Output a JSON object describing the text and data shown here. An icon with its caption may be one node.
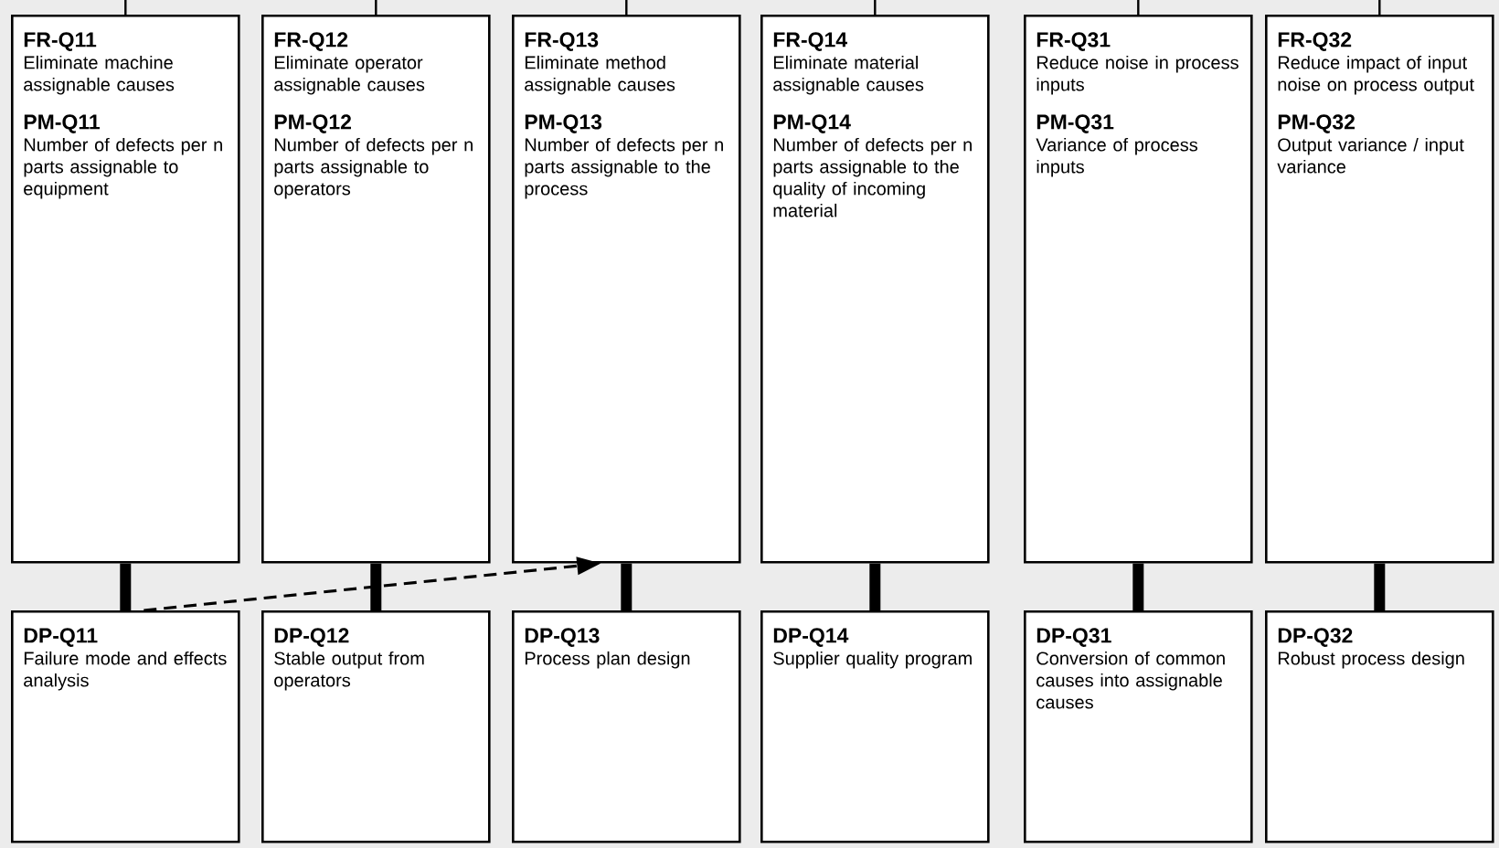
{
  "diagram": {
    "nodes": [
      {
        "text": [
          "FR-Q11",
          "Eliminate machine assignable causes",
          "PM-Q11",
          "Number of defects per n parts assignable to equipment"
        ]
      },
      {
        "text": [
          "FR-Q12",
          "Eliminate operator assignable causes",
          "PM-Q12",
          "Number of defects per n parts assignable to operators"
        ]
      },
      {
        "text": [
          "FR-Q13",
          "Eliminate method assignable causes",
          "PM-Q13",
          "Number of defects per n parts assignable to the process"
        ]
      },
      {
        "text": [
          "FR-Q14",
          "Eliminate material assignable causes",
          "PM-Q14",
          "Number of defects per n parts assignable to the quality of incoming material"
        ]
      },
      {
        "text": [
          "FR-Q31",
          "Reduce noise in process inputs",
          "PM-Q31",
          "Variance of process inputs"
        ]
      },
      {
        "text": [
          "FR-Q32",
          "Reduce impact of input noise on process output",
          "PM-Q32",
          "Output variance / input variance"
        ]
      },
      {
        "text": [
          "DP-Q11",
          "Failure mode and effects analysis"
        ]
      },
      {
        "text": [
          "DP-Q12",
          "Stable output from operators"
        ]
      },
      {
        "text": [
          "DP-Q13",
          "Process plan design"
        ]
      },
      {
        "text": [
          "DP-Q14",
          "Supplier quality program"
        ]
      },
      {
        "text": [
          "DP-Q31",
          "Conversion of common causes into assignable causes"
        ]
      },
      {
        "text": [
          "DP-Q32",
          "Robust process design"
        ]
      }
    ],
    "edges": [
      {
        "from": null,
        "to": 0,
        "arrow": "none"
      },
      {
        "from": null,
        "to": 1,
        "arrow": "none"
      },
      {
        "from": null,
        "to": 2,
        "arrow": "none"
      },
      {
        "from": null,
        "to": 3,
        "arrow": "none"
      },
      {
        "from": null,
        "to": 4,
        "arrow": "none"
      },
      {
        "from": null,
        "to": 5,
        "arrow": "none"
      },
      {
        "from": 0,
        "to": 6,
        "arrow": "none",
        "style": "thick"
      },
      {
        "from": 1,
        "to": 7,
        "arrow": "none",
        "style": "thick"
      },
      {
        "from": 2,
        "to": 8,
        "arrow": "none",
        "style": "thick"
      },
      {
        "from": 3,
        "to": 9,
        "arrow": "none",
        "style": "thick"
      },
      {
        "from": 4,
        "to": 10,
        "arrow": "none",
        "style": "thick"
      },
      {
        "from": 5,
        "to": 11,
        "arrow": "none",
        "style": "thick"
      },
      {
        "from": 6,
        "to": 2,
        "arrow": "to",
        "style": "dashed"
      }
    ]
  }
}
